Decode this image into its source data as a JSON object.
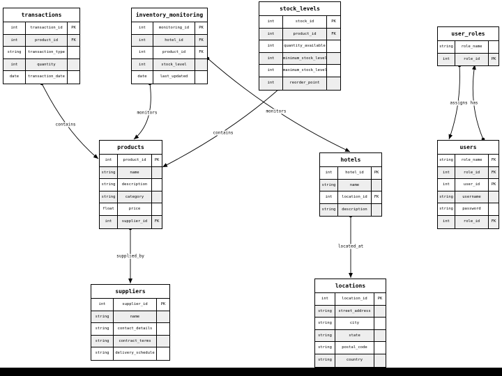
{
  "entities": {
    "transactions": {
      "title": "transactions",
      "rows": [
        {
          "type": "int",
          "name": "transaction_id",
          "key": "PK"
        },
        {
          "type": "int",
          "name": "product_id",
          "key": "FK"
        },
        {
          "type": "string",
          "name": "transaction_type",
          "key": ""
        },
        {
          "type": "int",
          "name": "quantity",
          "key": ""
        },
        {
          "type": "date",
          "name": "transaction_date",
          "key": ""
        }
      ]
    },
    "inventory_monitoring": {
      "title": "inventory_monitoring",
      "rows": [
        {
          "type": "int",
          "name": "monitoring_id",
          "key": "PK"
        },
        {
          "type": "int",
          "name": "hotel_id",
          "key": "FK"
        },
        {
          "type": "int",
          "name": "product_id",
          "key": "FK"
        },
        {
          "type": "int",
          "name": "stock_level",
          "key": ""
        },
        {
          "type": "date",
          "name": "last_updated",
          "key": ""
        }
      ]
    },
    "stock_levels": {
      "title": "stock_levels",
      "rows": [
        {
          "type": "int",
          "name": "stock_id",
          "key": "PK"
        },
        {
          "type": "int",
          "name": "product_id",
          "key": "FK"
        },
        {
          "type": "int",
          "name": "quantity_available",
          "key": ""
        },
        {
          "type": "int",
          "name": "minimum_stock_level",
          "key": ""
        },
        {
          "type": "int",
          "name": "maximum_stock_level",
          "key": ""
        },
        {
          "type": "int",
          "name": "reorder_point",
          "key": ""
        }
      ]
    },
    "user_roles": {
      "title": "user_roles",
      "rows": [
        {
          "type": "string",
          "name": "role_name",
          "key": ""
        },
        {
          "type": "int",
          "name": "role_id",
          "key": "PK"
        }
      ]
    },
    "products": {
      "title": "products",
      "rows": [
        {
          "type": "int",
          "name": "product_id",
          "key": "PK"
        },
        {
          "type": "string",
          "name": "name",
          "key": ""
        },
        {
          "type": "string",
          "name": "description",
          "key": ""
        },
        {
          "type": "string",
          "name": "category",
          "key": ""
        },
        {
          "type": "float",
          "name": "price",
          "key": ""
        },
        {
          "type": "int",
          "name": "supplier_id",
          "key": "FK"
        }
      ]
    },
    "hotels": {
      "title": "hotels",
      "rows": [
        {
          "type": "int",
          "name": "hotel_id",
          "key": "PK"
        },
        {
          "type": "string",
          "name": "name",
          "key": ""
        },
        {
          "type": "int",
          "name": "location_id",
          "key": "FK"
        },
        {
          "type": "string",
          "name": "description",
          "key": ""
        }
      ]
    },
    "users": {
      "title": "users",
      "rows": [
        {
          "type": "string",
          "name": "role_name",
          "key": "FK"
        },
        {
          "type": "int",
          "name": "role_id",
          "key": "FK"
        },
        {
          "type": "int",
          "name": "user_id",
          "key": "PK"
        },
        {
          "type": "string",
          "name": "username",
          "key": ""
        },
        {
          "type": "string",
          "name": "password",
          "key": ""
        },
        {
          "type": "int",
          "name": "role_id",
          "key": "FK"
        }
      ]
    },
    "suppliers": {
      "title": "suppliers",
      "rows": [
        {
          "type": "int",
          "name": "supplier_id",
          "key": "PK"
        },
        {
          "type": "string",
          "name": "name",
          "key": ""
        },
        {
          "type": "string",
          "name": "contact_details",
          "key": ""
        },
        {
          "type": "string",
          "name": "contract_terms",
          "key": ""
        },
        {
          "type": "string",
          "name": "delivery_schedule",
          "key": ""
        }
      ]
    },
    "locations": {
      "title": "locations",
      "rows": [
        {
          "type": "int",
          "name": "location_id",
          "key": "PK"
        },
        {
          "type": "string",
          "name": "street_address",
          "key": ""
        },
        {
          "type": "string",
          "name": "city",
          "key": ""
        },
        {
          "type": "string",
          "name": "state",
          "key": ""
        },
        {
          "type": "string",
          "name": "postal_code",
          "key": ""
        },
        {
          "type": "string",
          "name": "country",
          "key": ""
        }
      ]
    }
  },
  "relationships": [
    {
      "id": "transactions_products",
      "label": "contains"
    },
    {
      "id": "monitoring_products",
      "label": "monitors"
    },
    {
      "id": "stock_products",
      "label": "contains"
    },
    {
      "id": "monitoring_hotels",
      "label": "monitors"
    },
    {
      "id": "products_suppliers",
      "label": "supplied_by"
    },
    {
      "id": "hotels_locations",
      "label": "located_at"
    },
    {
      "id": "roles_users",
      "label": "assigns"
    },
    {
      "id": "users_roles",
      "label": "has"
    }
  ],
  "colors": {
    "line": "#000000",
    "row_alt": "#eeeeee",
    "background": "#ffffff"
  }
}
